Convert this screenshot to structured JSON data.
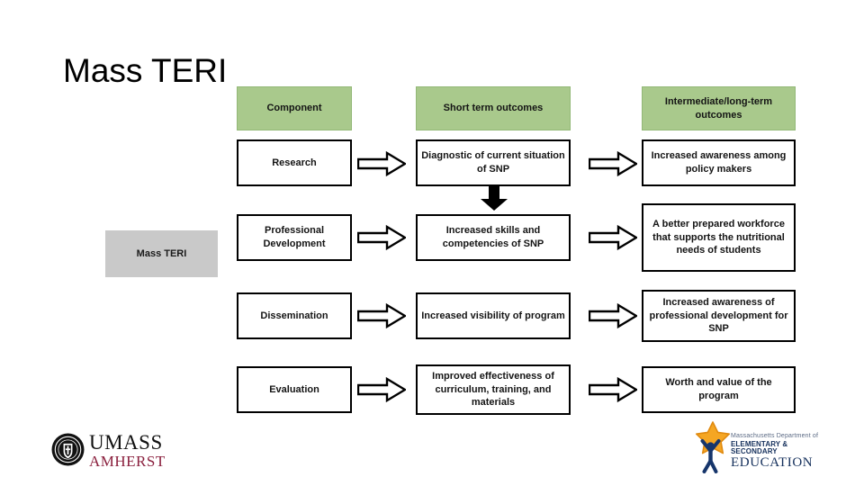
{
  "slide": {
    "title": "Mass TERI",
    "program_chip": "Mass TERI"
  },
  "colors": {
    "header_fill": "#a9c98c",
    "header_border": "#93b877",
    "chip_fill": "#c9c9c9",
    "box_border": "#000000",
    "box_fill": "#ffffff",
    "umass_maroon": "#8a1f3d",
    "dese_navy": "#15305c",
    "dese_star": "#f5a623"
  },
  "matrix": {
    "headers": [
      "Component",
      "Short term outcomes",
      "Intermediate/long-term outcomes"
    ],
    "rows": [
      {
        "component": "Research",
        "short_term": "Diagnostic of current situation of SNP",
        "long_term": "Increased awareness among policy makers"
      },
      {
        "component": "Professional Development",
        "short_term": "Increased skills and competencies of SNP",
        "long_term": "A better prepared workforce that supports the nutritional needs of students"
      },
      {
        "component": "Dissemination",
        "short_term": "Increased visibility of program",
        "long_term": "Increased awareness of professional development for SNP"
      },
      {
        "component": "Evaluation",
        "short_term": "Improved effectiveness of curriculum, training, and materials",
        "long_term": "Worth and value of the program"
      }
    ]
  },
  "arrows": {
    "right_icon": "arrow-right-hollow-icon",
    "down_icon": "arrow-down-solid-icon"
  },
  "logos": {
    "umass": {
      "seal_icon": "umass-seal-icon",
      "line1": "UMASS",
      "line2": "AMHERST"
    },
    "dese": {
      "mark_icon": "star-with-figure-icon",
      "line1": "Massachusetts Department of",
      "line2": "ELEMENTARY & SECONDARY",
      "line3": "EDUCATION"
    }
  }
}
